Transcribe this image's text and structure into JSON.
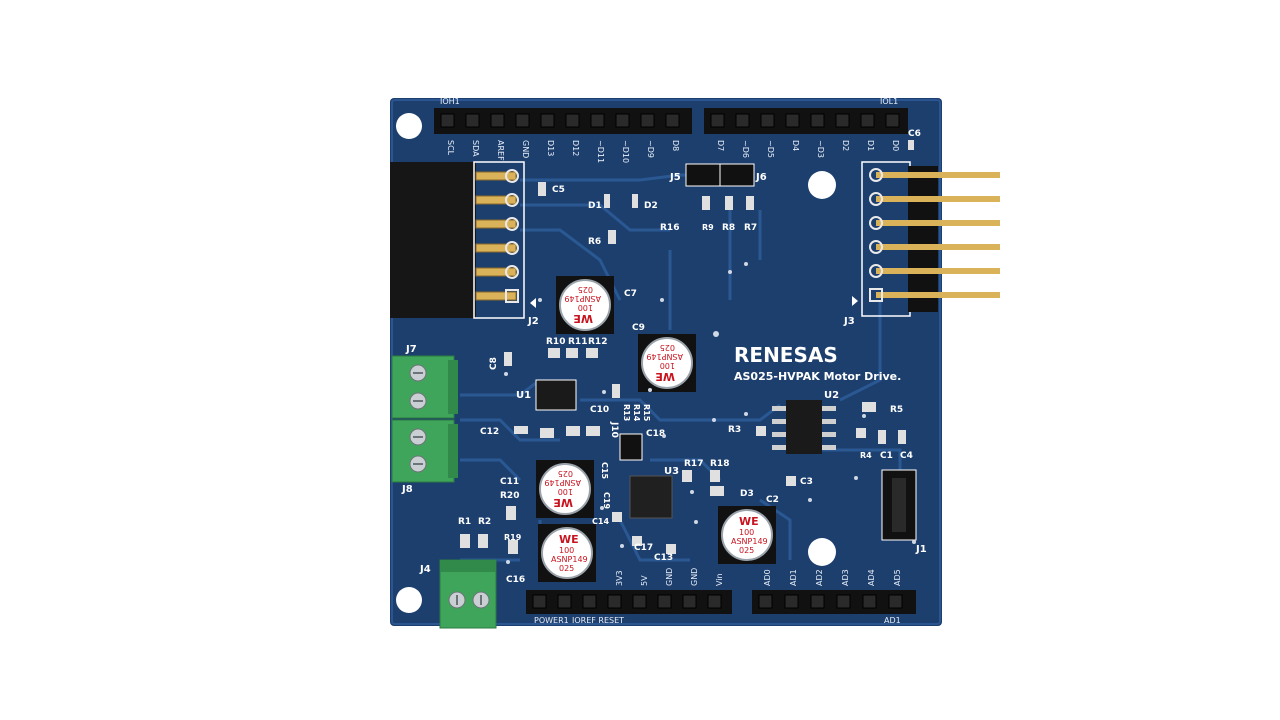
{
  "board": {
    "brand": "RENESAS",
    "title": "AS025-HVPAK Motor Drive.",
    "colors": {
      "pcb": "#1d3f6e",
      "silk": "#ffffff",
      "header": "#111111",
      "terminal": "#3fa55a"
    }
  },
  "headers": {
    "top_left": "IOH1",
    "top_right": "IOL1",
    "bottom_left": "POWER1",
    "bottom_left_sub": "IOREF RESET",
    "bottom_right": "AD1"
  },
  "pin_labels": {
    "top": [
      "SCL",
      "SDA",
      "AREF",
      "GND",
      "D13",
      "D12",
      "~D11",
      "~D10",
      "~D9",
      "D8",
      "D7",
      "~D6",
      "~D5",
      "D4",
      "~D3",
      "D2",
      "D1",
      "D0"
    ],
    "bottom_power": [
      "3V3",
      "5V",
      "GND",
      "GND",
      "Vin"
    ],
    "bottom_analog": [
      "AD0",
      "AD1",
      "AD2",
      "AD3",
      "AD4",
      "AD5"
    ]
  },
  "refdes": {
    "j1": "J1",
    "j2": "J2",
    "j3": "J3",
    "j4": "J4",
    "j5": "J5",
    "j6": "J6",
    "j7": "J7",
    "j8": "J8",
    "j10": "J10",
    "c1": "C1",
    "c2": "C2",
    "c3": "C3",
    "c4": "C4",
    "c5": "C5",
    "c6": "C6",
    "c7": "C7",
    "c8": "C8",
    "c9": "C9",
    "c10": "C10",
    "c11": "C11",
    "c12": "C12",
    "c13": "C13",
    "c14": "C14",
    "c15": "C15",
    "c16": "C16",
    "c17": "C17",
    "c18": "C18",
    "c19": "C19",
    "r1": "R1",
    "r2": "R2",
    "r3": "R3",
    "r4": "R4",
    "r5": "R5",
    "r6": "R6",
    "r7": "R7",
    "r8": "R8",
    "r9": "R9",
    "r10": "R10",
    "r11": "R11",
    "r12": "R12",
    "r13": "R13",
    "r14": "R14",
    "r15": "R15",
    "r16": "R16",
    "r17": "R17",
    "r18": "R18",
    "r19": "R19",
    "r20": "R20",
    "u1": "U1",
    "u2": "U2",
    "u3": "U3",
    "d1": "D1",
    "d2": "D2",
    "d3": "D3"
  },
  "capacitor_marking": {
    "brand": "WE",
    "voltage": "100",
    "series": "ASNP149",
    "code": "025"
  }
}
